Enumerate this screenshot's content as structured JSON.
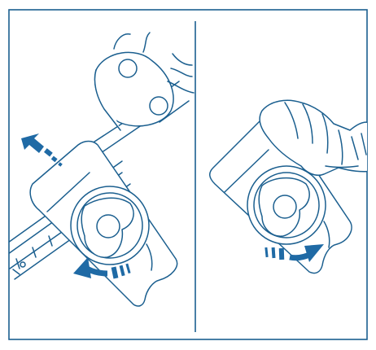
{
  "figure": {
    "panels": [
      {
        "id": "left",
        "step": "slide-adjuster-outward-then-rotate-dial"
      },
      {
        "id": "right",
        "step": "grip-and-rotate-dial"
      }
    ],
    "colors": {
      "line": "#1b5f8f",
      "arrow": "#1f6aa5",
      "fill": "#ffffff"
    },
    "icons": [
      "direction-arrow-icon",
      "rotation-arrow-icon"
    ]
  }
}
